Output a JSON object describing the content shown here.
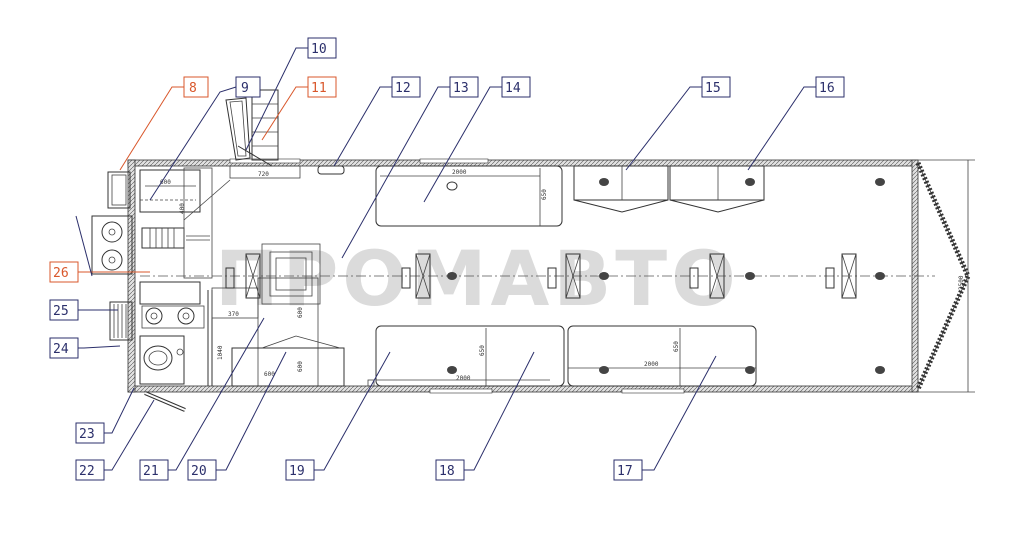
{
  "watermark": "ПРОМАВТО",
  "callouts": [
    {
      "id": "c8",
      "label": "8",
      "color": "red"
    },
    {
      "id": "c9",
      "label": "9",
      "color": "blue"
    },
    {
      "id": "c10",
      "label": "10",
      "color": "blue"
    },
    {
      "id": "c11",
      "label": "11",
      "color": "red"
    },
    {
      "id": "c12",
      "label": "12",
      "color": "blue"
    },
    {
      "id": "c13",
      "label": "13",
      "color": "blue"
    },
    {
      "id": "c14",
      "label": "14",
      "color": "blue"
    },
    {
      "id": "c15",
      "label": "15",
      "color": "blue"
    },
    {
      "id": "c16",
      "label": "16",
      "color": "blue"
    },
    {
      "id": "c17",
      "label": "17",
      "color": "blue"
    },
    {
      "id": "c18",
      "label": "18",
      "color": "blue"
    },
    {
      "id": "c19",
      "label": "19",
      "color": "blue"
    },
    {
      "id": "c20",
      "label": "20",
      "color": "blue"
    },
    {
      "id": "c21",
      "label": "21",
      "color": "blue"
    },
    {
      "id": "c22",
      "label": "22",
      "color": "blue"
    },
    {
      "id": "c23",
      "label": "23",
      "color": "blue"
    },
    {
      "id": "c24",
      "label": "24",
      "color": "blue"
    },
    {
      "id": "c25",
      "label": "25",
      "color": "blue"
    },
    {
      "id": "c26",
      "label": "26",
      "color": "red"
    }
  ],
  "dimensions": {
    "d720": "720",
    "d600a": "600",
    "d400": "400",
    "d2000a": "2000",
    "d650a": "650",
    "d370": "370",
    "d600b": "600",
    "d1040": "1040",
    "d600c": "600",
    "d600d": "600",
    "d650b": "650",
    "d2000b": "2000",
    "d650c": "650",
    "d2000c": "2000",
    "d2500": "2500"
  },
  "colors": {
    "blue": "#2b2f6b",
    "red": "#d9572b"
  }
}
